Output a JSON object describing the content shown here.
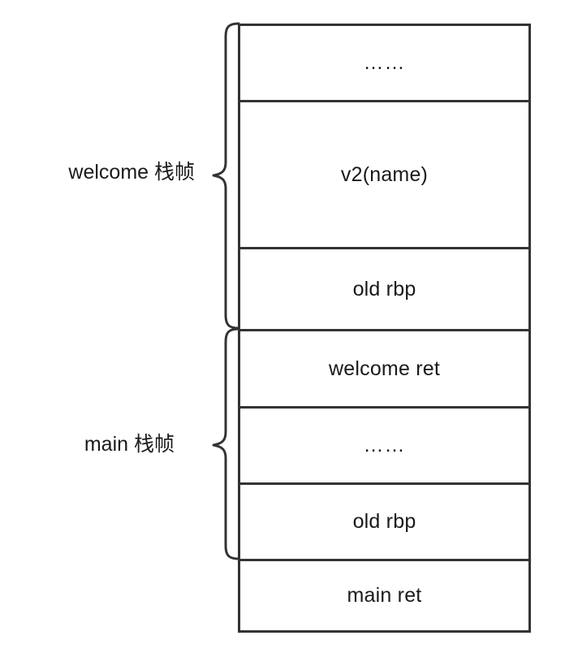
{
  "diagram": {
    "title": "Stack frame layout diagram",
    "colors": {
      "border": "#333333",
      "text": "#1a1a1a",
      "background": "#ffffff"
    },
    "stack_cells": [
      {
        "label": "……",
        "name": "stack-cell-welcome-locals-ellipsis"
      },
      {
        "label": "v2(name)",
        "name": "stack-cell-v2-name"
      },
      {
        "label": "old rbp",
        "name": "stack-cell-welcome-old-rbp"
      },
      {
        "label": "welcome ret",
        "name": "stack-cell-welcome-ret"
      },
      {
        "label": "……",
        "name": "stack-cell-main-locals-ellipsis"
      },
      {
        "label": "old rbp",
        "name": "stack-cell-main-old-rbp"
      },
      {
        "label": "main ret",
        "name": "stack-cell-main-ret"
      }
    ],
    "frames": [
      {
        "label": "welcome 栈帧",
        "name": "frame-label-welcome"
      },
      {
        "label": "main 栈帧",
        "name": "frame-label-main"
      }
    ]
  }
}
